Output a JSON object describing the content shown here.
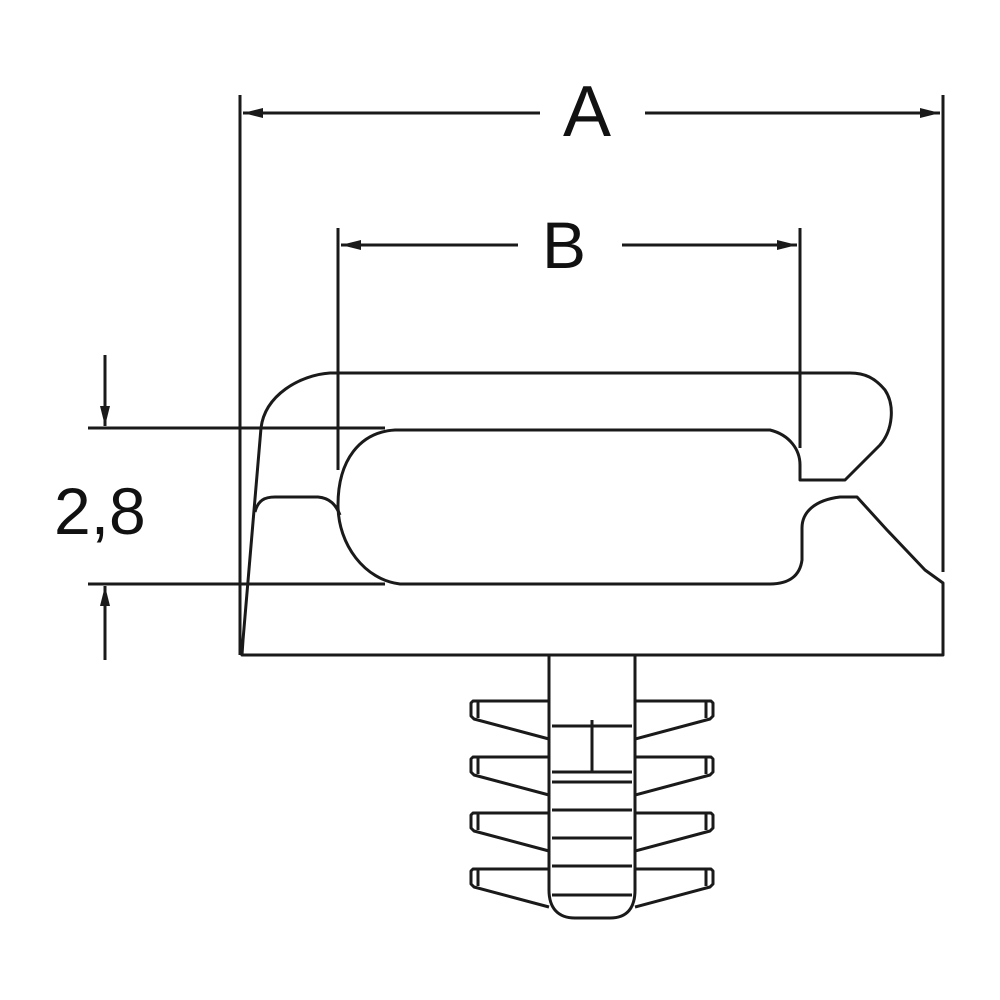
{
  "dimensions": {
    "a_label": "A",
    "b_label": "B",
    "height_label": "2,8"
  },
  "colors": {
    "line": "#1a1a1a",
    "background": "#ffffff"
  }
}
